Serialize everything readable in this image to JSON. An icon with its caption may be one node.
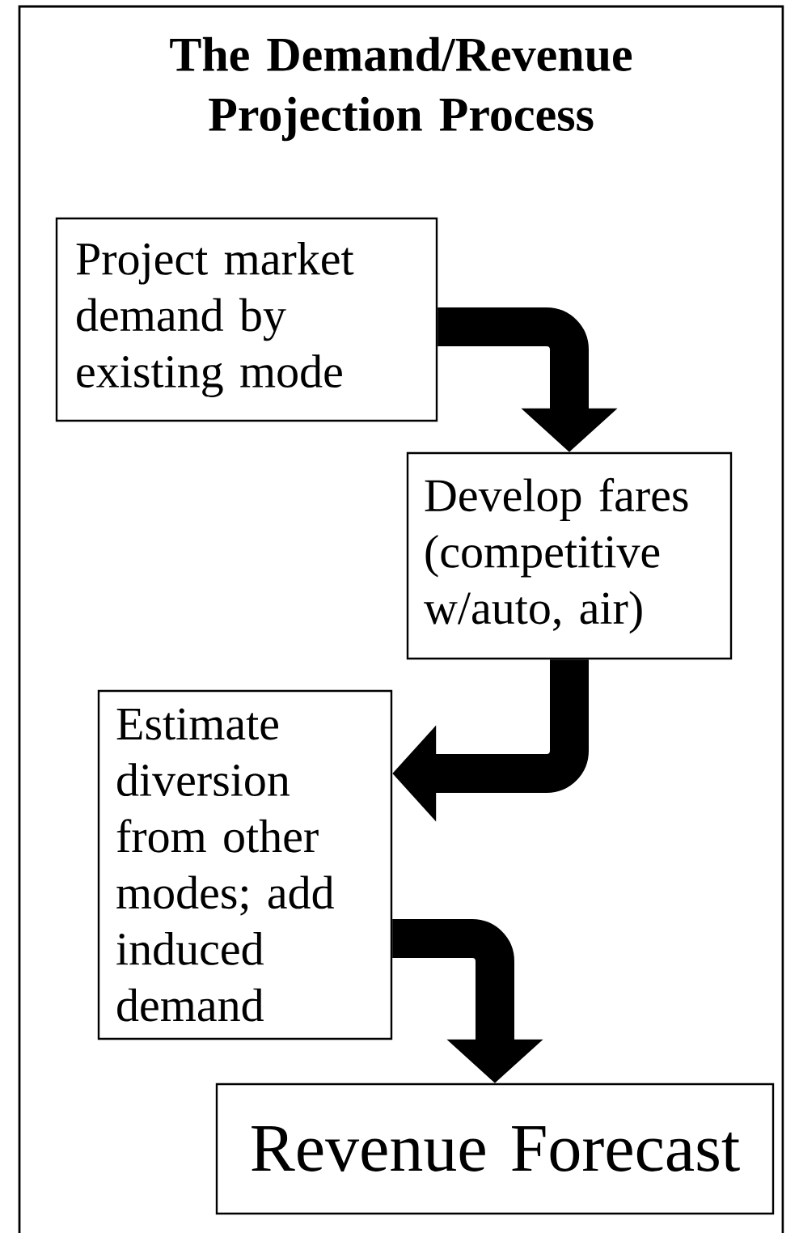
{
  "diagram": {
    "title": "The Demand/Revenue Projection Process",
    "nodes": [
      {
        "text": [
          "Project market demand by existing mode"
        ]
      },
      {
        "text": [
          "Develop fares (competitive w/auto, air)"
        ]
      },
      {
        "text": [
          "Estimate diversion from other modes; add induced demand"
        ]
      },
      {
        "text": [
          "Revenue Forecast"
        ]
      }
    ],
    "edges": [
      {
        "from": 0,
        "to": 1,
        "arrow": "to"
      },
      {
        "from": 1,
        "to": 2,
        "arrow": "to"
      },
      {
        "from": 2,
        "to": 3,
        "arrow": "to"
      }
    ]
  }
}
